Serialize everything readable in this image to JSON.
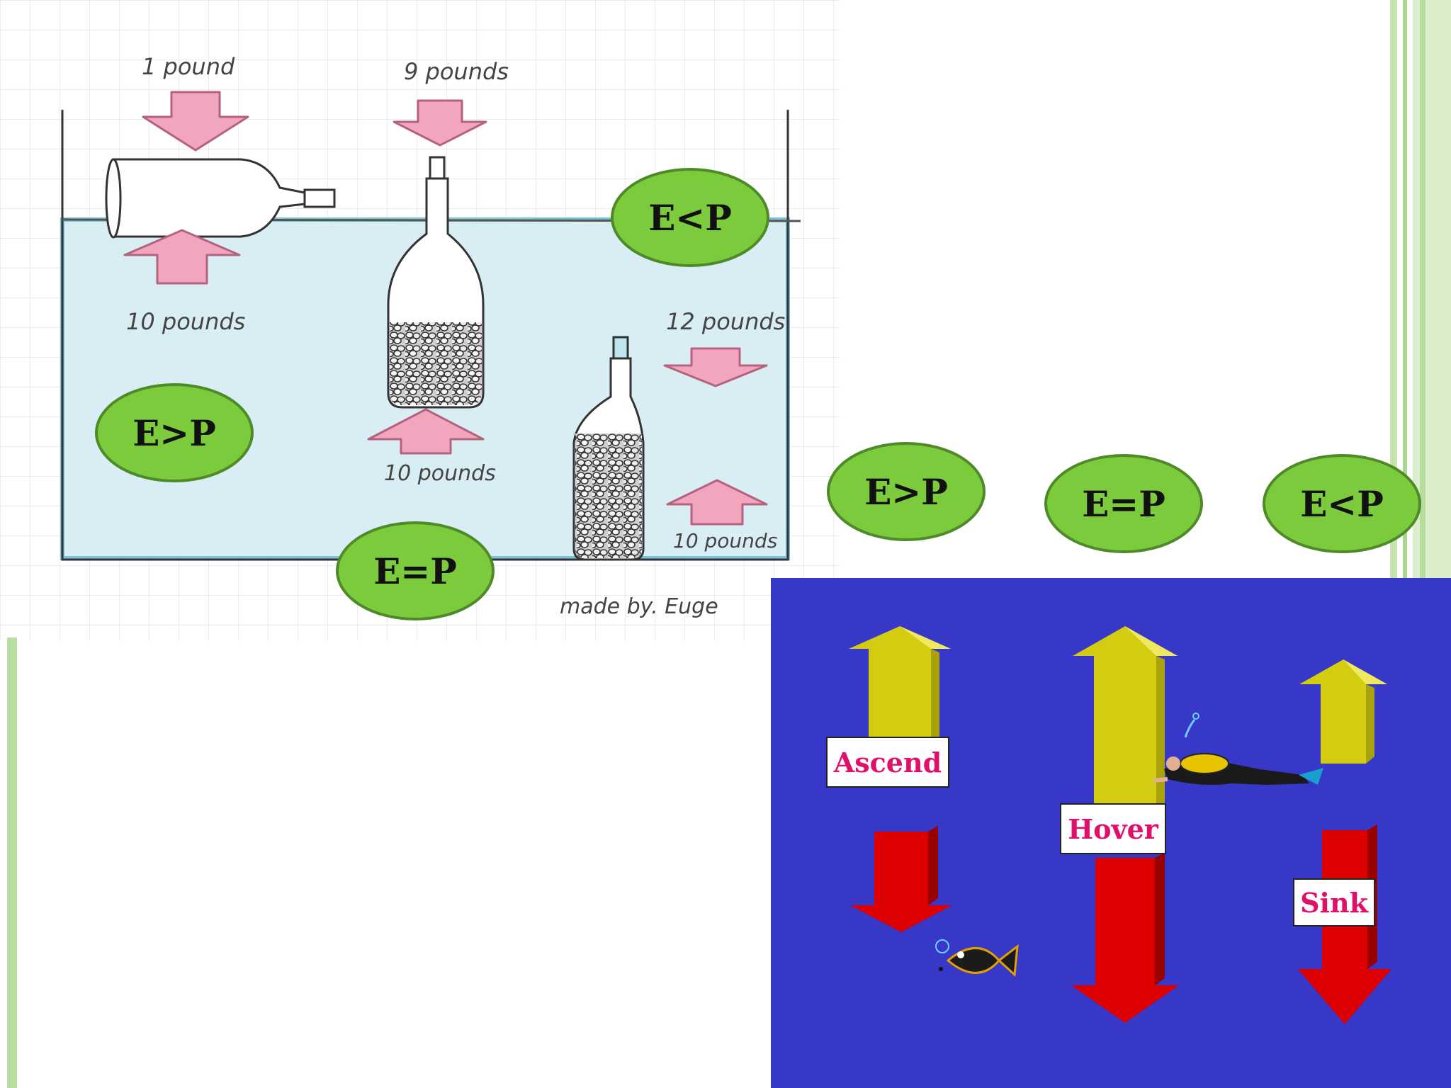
{
  "diagram": {
    "weights": {
      "top_left": "1 pound",
      "top_middle": "9 pounds",
      "up_left": "10 pounds",
      "up_middle": "10 pounds",
      "down_right": "12 pounds",
      "up_right": "10 pounds"
    },
    "credit": "made by. Euge"
  },
  "ovals": [
    {
      "label": "E<P"
    },
    {
      "label": "E>P"
    },
    {
      "label": "E=P"
    },
    {
      "label": "E>P"
    },
    {
      "label": "E=P"
    },
    {
      "label": "E<P"
    }
  ],
  "buoyancy": {
    "ascend_label": "Ascend",
    "hover_label": "Hover",
    "sink_label": "Sink"
  },
  "colors": {
    "oval_fill": "#7ccb3c",
    "panel_bg": "#3737c8",
    "up_arrow": "#d4cc10",
    "down_arrow": "#dd0000",
    "pink_arrow": "#f2a6be",
    "water": "#d8eef4"
  }
}
